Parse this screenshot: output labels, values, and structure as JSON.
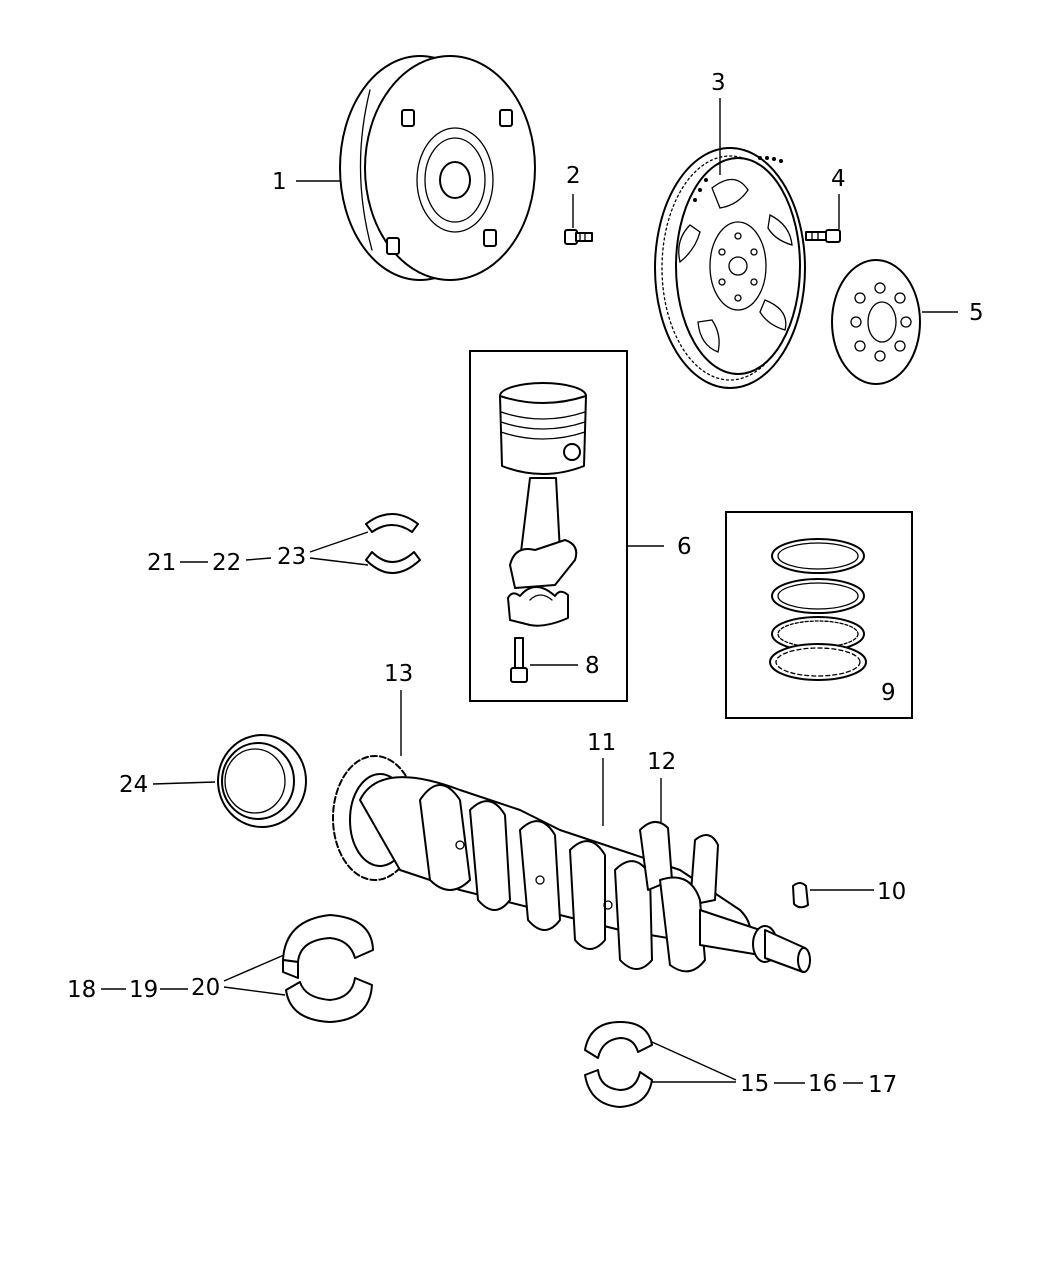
{
  "callouts": {
    "c1": "1",
    "c2": "2",
    "c3": "3",
    "c4": "4",
    "c5": "5",
    "c6": "6",
    "c8": "8",
    "c9": "9",
    "c10": "10",
    "c11": "11",
    "c12": "12",
    "c13": "13",
    "c15": "15",
    "c16": "16",
    "c17": "17",
    "c18": "18",
    "c19": "19",
    "c20": "20",
    "c21": "21",
    "c22": "22",
    "c23": "23",
    "c24": "24"
  }
}
